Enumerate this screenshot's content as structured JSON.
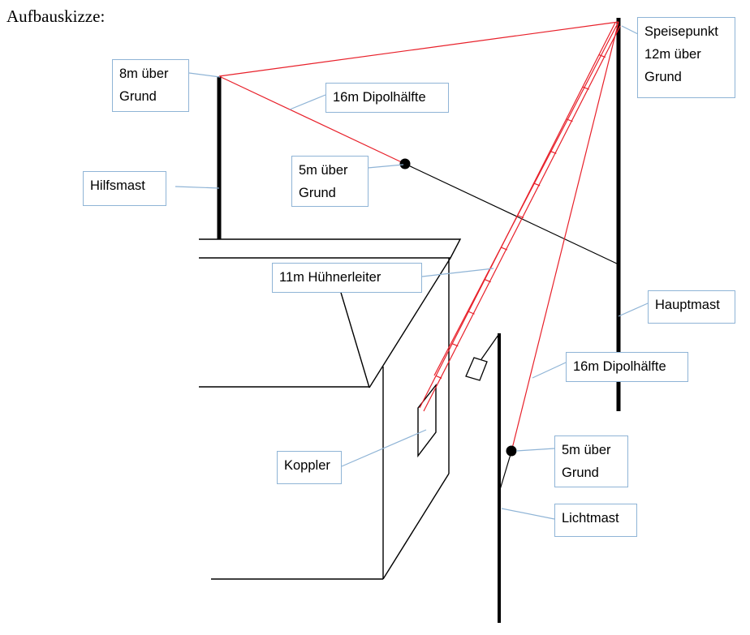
{
  "title": "Aufbauskizze:",
  "labels": {
    "hilfsmast_height": {
      "line1": "8m über",
      "line2": "Grund"
    },
    "dipol_left": "16m Dipolhälfte",
    "junction_left": {
      "line1": "5m über",
      "line2": "Grund"
    },
    "hilfsmast": "Hilfsmast",
    "feedpoint": {
      "line1": "Speisepunkt",
      "line2": "12m über",
      "line3": "Grund"
    },
    "ladder_line": "11m Hühnerleiter",
    "hauptmast": "Hauptmast",
    "dipol_right": "16m Dipolhälfte",
    "koppler": "Koppler",
    "junction_right": {
      "line1": "5m über",
      "line2": "Grund"
    },
    "lichtmast": "Lichtmast"
  },
  "colors": {
    "antenna_wire": "#e8202a",
    "guy_wire": "#000000",
    "callout_line": "#8fb4d6",
    "label_border": "#8fb4d6"
  }
}
